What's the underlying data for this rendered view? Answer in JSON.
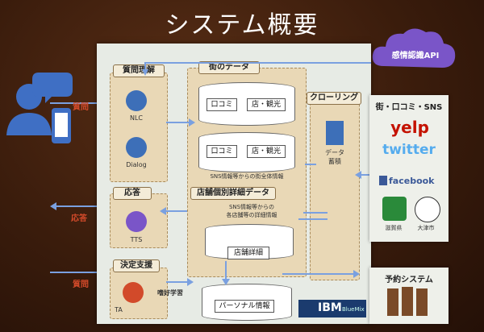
{
  "title": "システム概要",
  "cloud_api": "感情認識API",
  "left_arrows": {
    "question1": "質問",
    "answer": "応答",
    "question2": "質問"
  },
  "sections": {
    "understanding": "質問理解",
    "nlc": "NLC",
    "dialog": "Dialog",
    "response": "応答",
    "tts": "TTS",
    "decision": "決定支援",
    "ta": "TA",
    "preference": "嗜好学習",
    "city": "街のデータ",
    "review": "口コミ",
    "shop_sightseeing": "店・観光",
    "review2": "口コミ",
    "shop_sightseeing2": "店・観光",
    "sns_city_info": "SNS情報等からの街全体情報",
    "store_detail_data": "店舗個別詳細データ",
    "sns_store_info": "SNS情報等からの\n各店舗等の詳細情報",
    "store_detail": "店舗詳細",
    "personal_info": "パーソナル情報",
    "crawling": "クローリング",
    "data_store": "データ\n蓄積"
  },
  "external": {
    "title": "街・口コミ・SNS",
    "yelp": "yelp",
    "twitter": "twitter",
    "facebook": "facebook",
    "logo1": "滋賀県",
    "logo2": "大津市",
    "reservation": "予約システム"
  },
  "ibm": "IBM",
  "bluemix": "BlueMix",
  "colors": {
    "accent_red": "#d24a2a",
    "cloud": "#7a55c8",
    "twitter": "#55acee",
    "facebook": "#3b5998",
    "yelp": "#c41200"
  }
}
